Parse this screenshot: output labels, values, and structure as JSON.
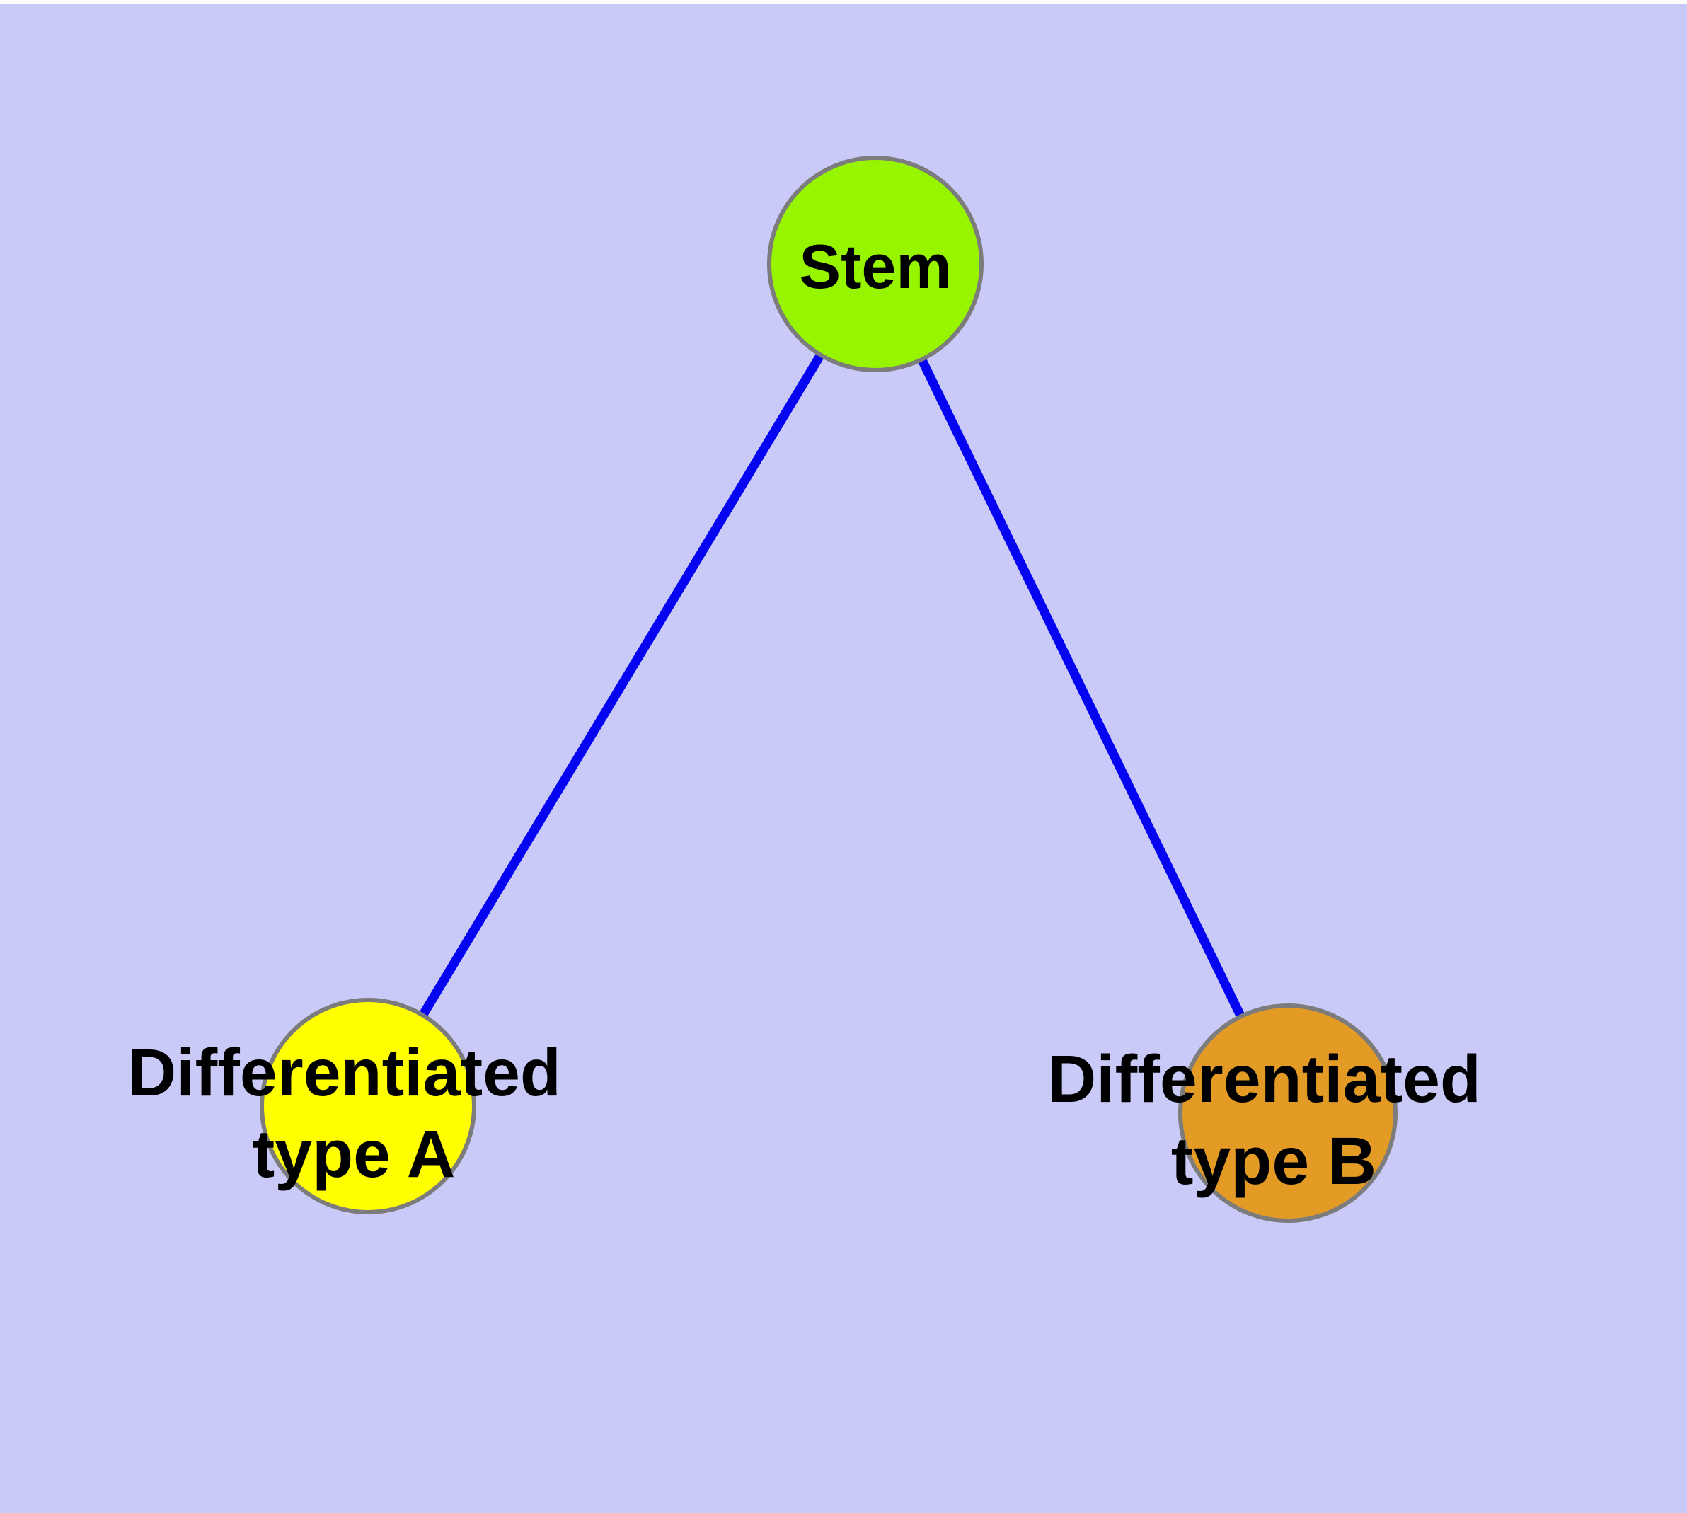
{
  "diagram": {
    "background_color": "#cacaf9",
    "top_margin_color": "#ffffff",
    "edge_color": "#0404f0",
    "node_border_color": "#7c7c7c",
    "label_color": "#000000",
    "nodes": {
      "stem": {
        "label": "Stem",
        "color": "#98f500"
      },
      "type_a": {
        "label": "Differentiated type A",
        "line1": "Differentiated",
        "line2": "type A",
        "color": "#ffff00"
      },
      "type_b": {
        "label": "Differentiated type B",
        "line1": "Differentiated",
        "line2": "type B",
        "color": "#e39b25"
      }
    },
    "edges": [
      {
        "from": "Stem",
        "to": "Differentiated type A"
      },
      {
        "from": "Stem",
        "to": "Differentiated type B"
      }
    ]
  }
}
